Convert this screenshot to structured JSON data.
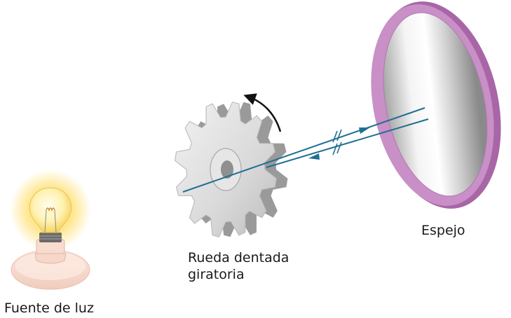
{
  "labels": {
    "mirror": "Espejo",
    "wheel_line1": "Rueda dentada",
    "wheel_line2": "giratoria",
    "light_source": "Fuente de luz"
  },
  "colors": {
    "beam": "#1f6f93",
    "mirror_frame": "#c98fc7",
    "mirror_frame_dark": "#a866a6",
    "wheel_face": "#d7d7d7",
    "wheel_shadow": "#9a9a9a",
    "bulb_glow": "#ffe27a",
    "arrow": "#111111"
  },
  "icons": {
    "bulb": "light-bulb-icon",
    "wheel": "toothed-wheel-icon",
    "mirror": "mirror-icon",
    "rotation": "rotation-arrow-icon"
  }
}
